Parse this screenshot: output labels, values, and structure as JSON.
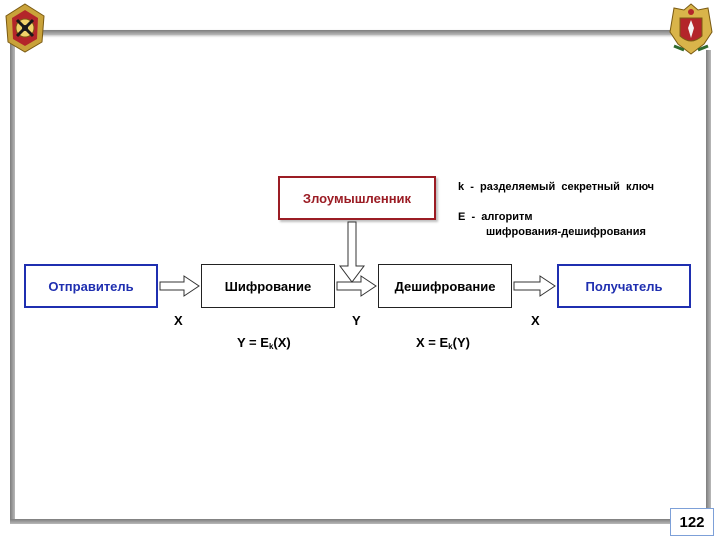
{
  "diagram": {
    "attacker": "Злоумышленник",
    "sender": "Отправитель",
    "encryption": "Шифрование",
    "decryption": "Дешифрование",
    "receiver": "Получатель",
    "label_x_left": "X",
    "label_y_mid": "Y",
    "label_x_right": "X",
    "formula_encrypt": {
      "lhs": "Y = E",
      "sub": "k",
      "rhs": "(X)"
    },
    "formula_decrypt": {
      "lhs": "X = E",
      "sub": "k",
      "rhs": "(Y)"
    }
  },
  "legend": {
    "k_line": "k  -  разделяемый  секретный  ключ",
    "e_line1": "E  -  алгоритм",
    "e_line2": "шифрования-дешифрования"
  },
  "slide": {
    "page_number": "122"
  }
}
